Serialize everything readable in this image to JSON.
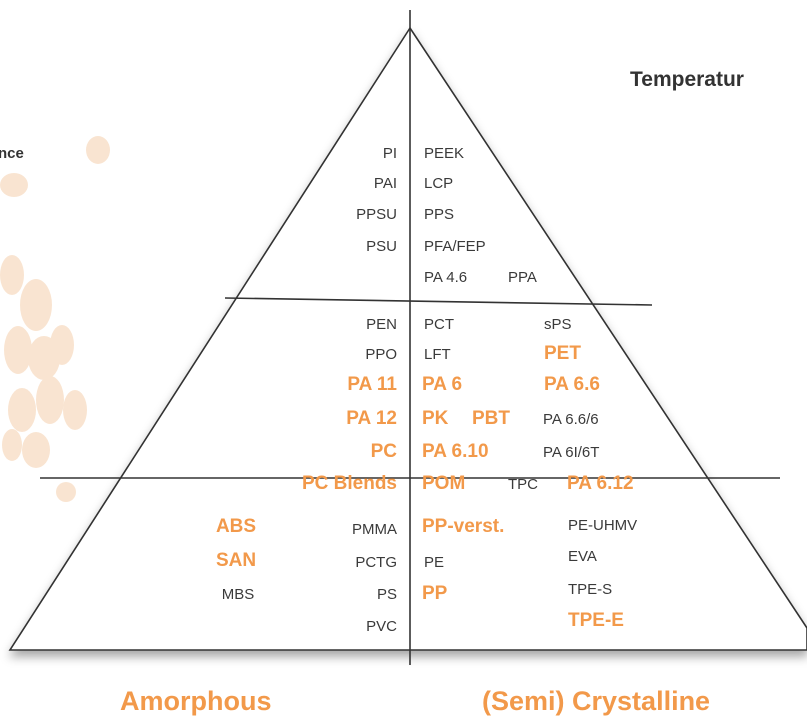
{
  "edge_labels": {
    "top_right": "Temperatur",
    "left": "nce"
  },
  "tiers": {
    "top": {
      "amorphous": [
        "PI",
        "PAI",
        "PPSU",
        "PSU"
      ],
      "crystalline": [
        "PEEK",
        "LCP",
        "PPS",
        "PFA/FEP",
        "PA 4.6",
        "PPA"
      ]
    },
    "middle": {
      "amorphous": [
        "PEN",
        "PPO",
        "PA 11",
        "PA 12",
        "PC",
        "PC Blends"
      ],
      "crystalline": [
        "PCT",
        "sPS",
        "LFT",
        "PET",
        "PA 6",
        "PA 6.6",
        "PK",
        "PBT",
        "PA 6.6/6",
        "PA 6.10",
        "PA 6I/6T",
        "POM",
        "TPC",
        "PA 6.12"
      ]
    },
    "bottom": {
      "amorphous": [
        "ABS",
        "PMMA",
        "SAN",
        "PCTG",
        "MBS",
        "PS",
        "PVC"
      ],
      "crystalline": [
        "PP-verst.",
        "PE-UHMV",
        "PE",
        "EVA",
        "PP",
        "TPE-S",
        "TPE-E"
      ]
    }
  },
  "highlighted": [
    "PA 11",
    "PA 12",
    "PC",
    "PC Blends",
    "PET",
    "PA 6",
    "PA 6.6",
    "PK",
    "PBT",
    "PA 6.10",
    "POM",
    "PA 6.12",
    "ABS",
    "SAN",
    "PP-verst.",
    "PP",
    "TPE-E"
  ],
  "bottom_labels": {
    "left": "Amorphous",
    "right": "(Semi) Crystalline"
  },
  "colors": {
    "highlight": "#f2994a",
    "text": "#3a3a3a",
    "line": "#333333"
  }
}
